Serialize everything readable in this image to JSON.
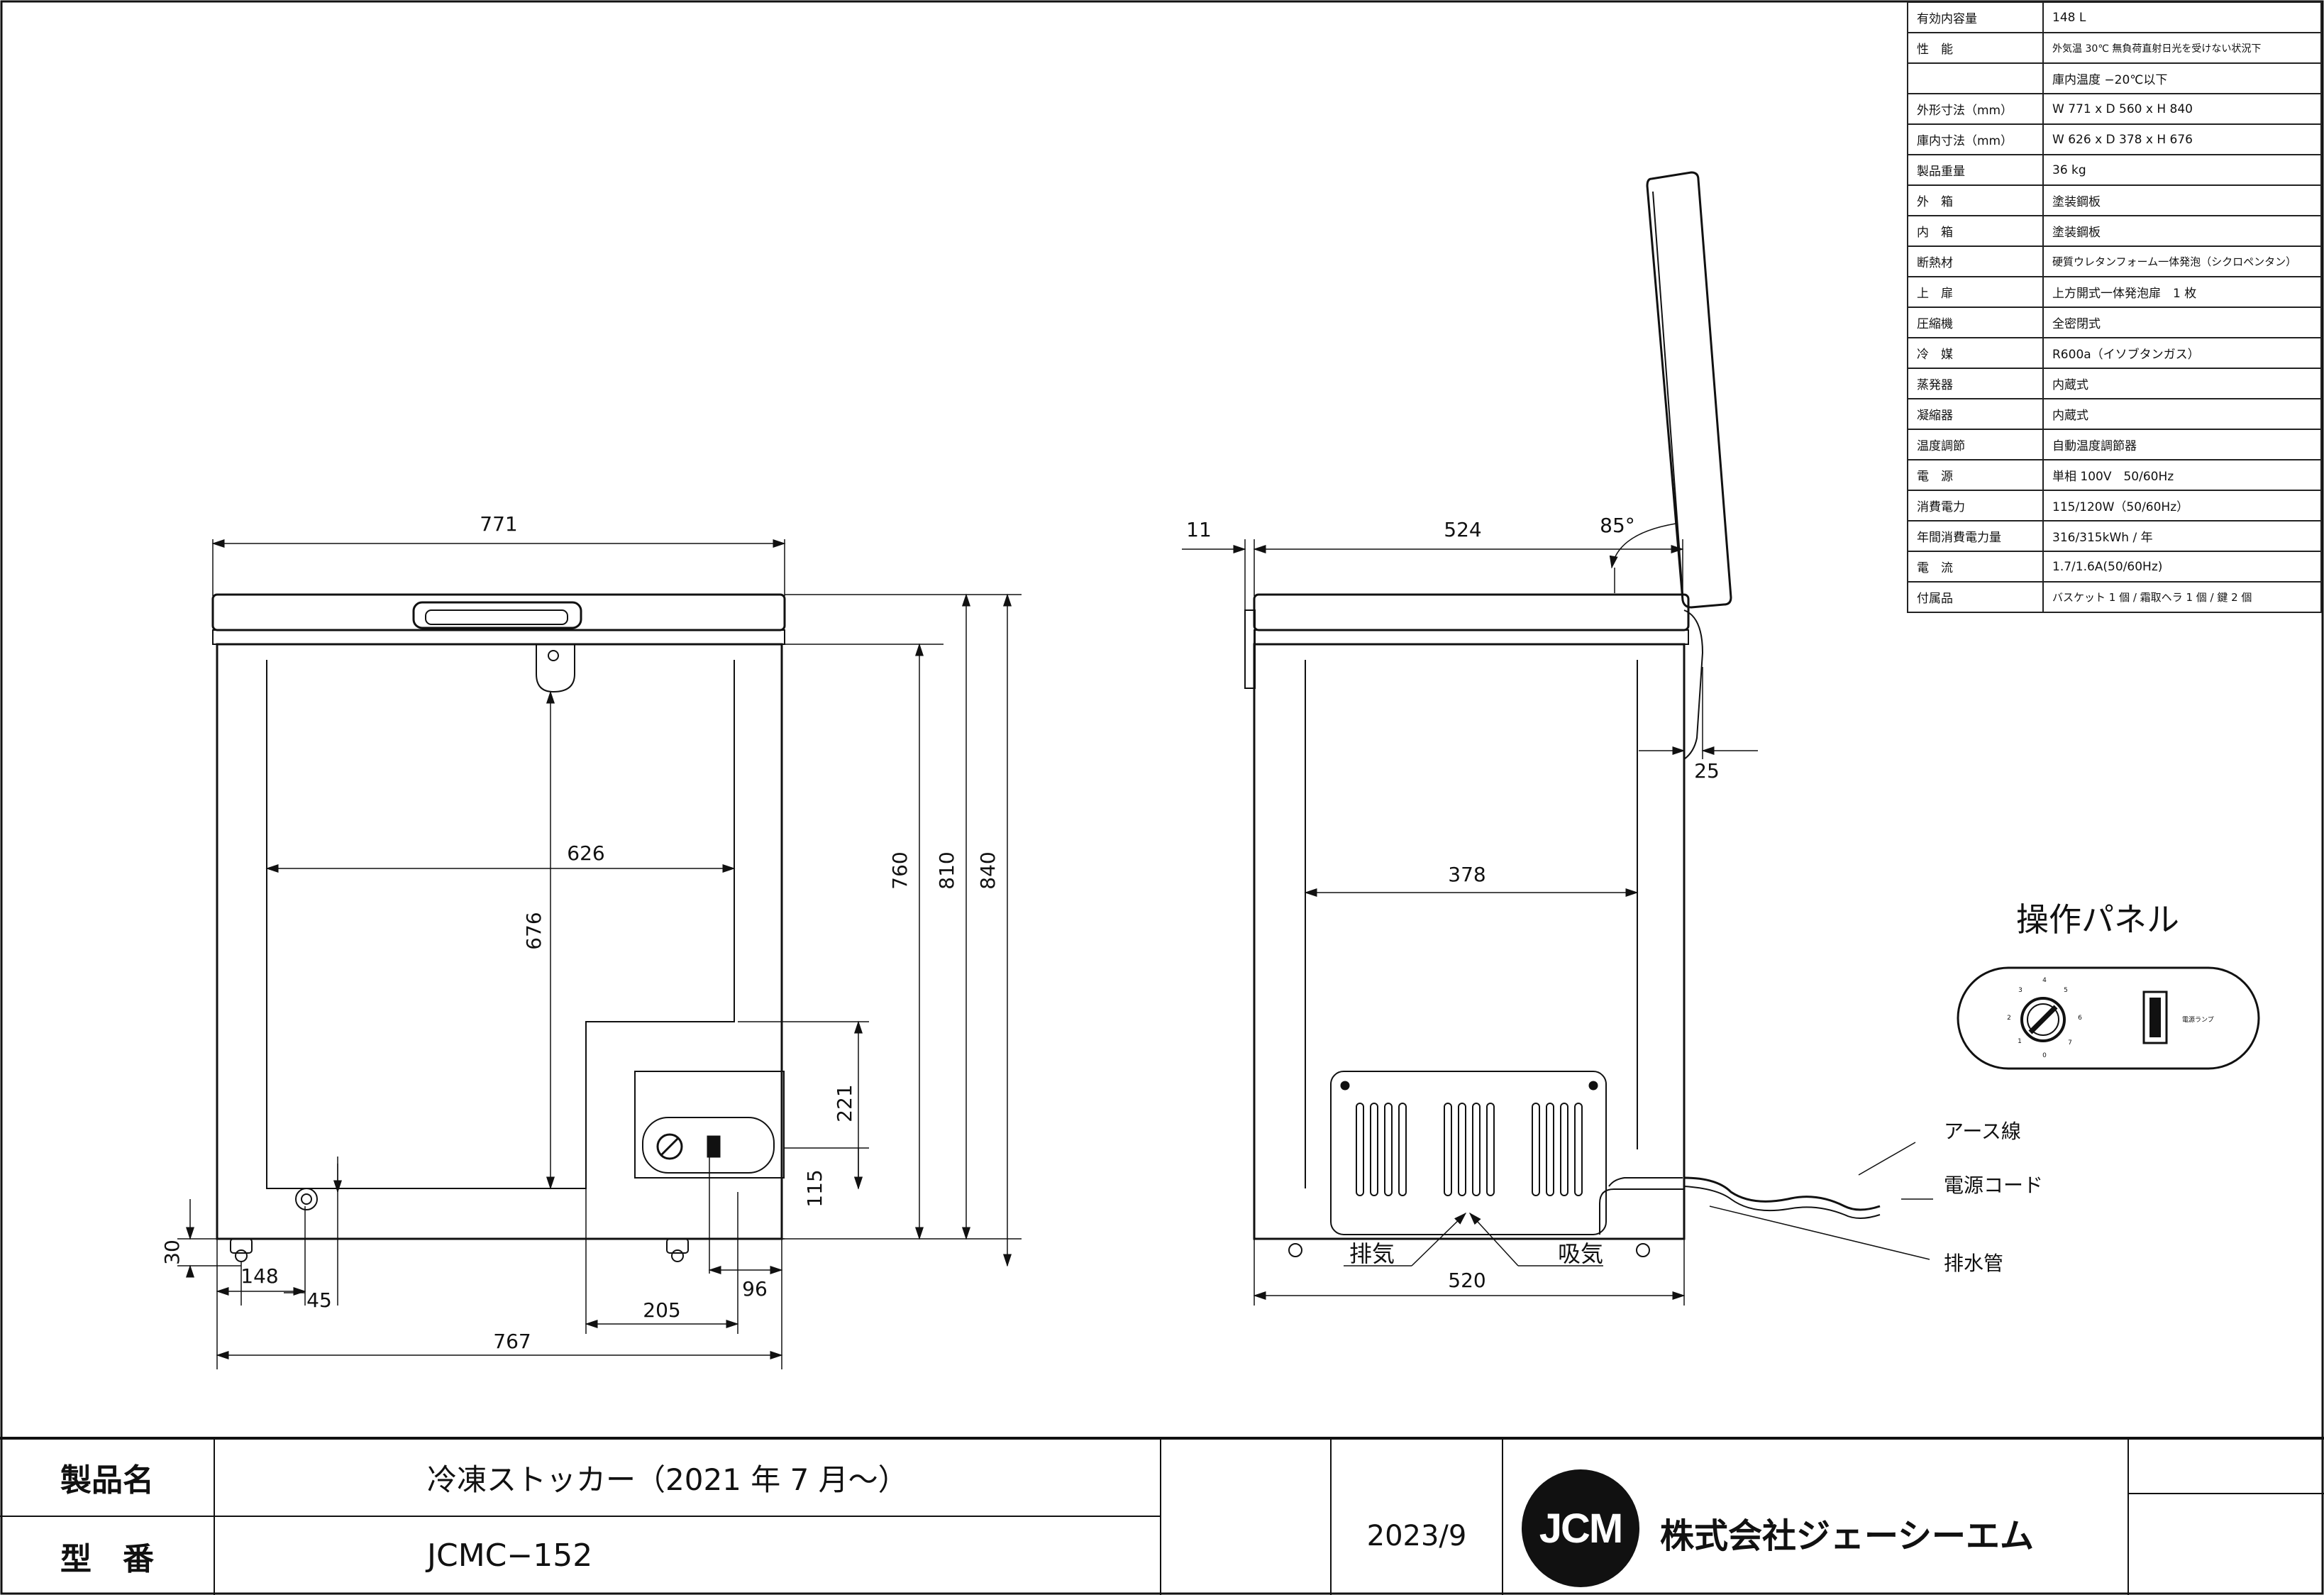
{
  "specs": [
    {
      "label": "有効内容量",
      "value": "148 L"
    },
    {
      "label": "性　能",
      "value": "外気温 30℃ 無負荷直射日光を受けない状況下"
    },
    {
      "label": "",
      "value": "庫内温度 −20℃以下"
    },
    {
      "label": "外形寸法（mm）",
      "value": "W 771 x D 560 x H 840"
    },
    {
      "label": "庫内寸法（mm）",
      "value": "W 626 x D 378 x H 676"
    },
    {
      "label": "製品重量",
      "value": "36 kg"
    },
    {
      "label": "外　箱",
      "value": "塗装鋼板"
    },
    {
      "label": "内　箱",
      "value": "塗装鋼板"
    },
    {
      "label": "断熱材",
      "value": "硬質ウレタンフォーム一体発泡（シクロペンタン）"
    },
    {
      "label": "上　扉",
      "value": "上方開式一体発泡扉　1 枚"
    },
    {
      "label": "圧縮機",
      "value": "全密閉式"
    },
    {
      "label": "冷　媒",
      "value": "R600a（イソブタンガス）"
    },
    {
      "label": "蒸発器",
      "value": "内蔵式"
    },
    {
      "label": "凝縮器",
      "value": "内蔵式"
    },
    {
      "label": "温度調節",
      "value": "自動温度調節器"
    },
    {
      "label": "電　源",
      "value": "単相 100V　50/60Hz"
    },
    {
      "label": "消費電力",
      "value": "115/120W（50/60Hz）"
    },
    {
      "label": "年間消費電力量",
      "value": "316/315kWh / 年"
    },
    {
      "label": "電　流",
      "value": "1.7/1.6A(50/60Hz)"
    },
    {
      "label": "付属品",
      "value": "バスケット 1 個 / 霜取ヘラ 1 個 / 鍵 2 個"
    }
  ],
  "front_view": {
    "dims": {
      "overall_width": "771",
      "inner_width": "626",
      "inner_height": "676",
      "h760": "760",
      "h810": "810",
      "h840": "840",
      "h221": "221",
      "h115": "115",
      "h30": "30",
      "w148": "148",
      "w45": "45",
      "w205": "205",
      "w96": "96",
      "base_width": "767"
    }
  },
  "side_view": {
    "dims": {
      "d11": "11",
      "d524": "524",
      "angle": "85°",
      "d25": "25",
      "d378": "378",
      "d520": "520"
    },
    "labels": {
      "exhaust": "排気",
      "intake": "吸気",
      "earth": "アース線",
      "cord": "電源コード",
      "drain": "排水管"
    }
  },
  "panel": {
    "title": "操作パネル",
    "lamp_label": "電源ランプ",
    "dial_numbers": [
      "1",
      "2",
      "3",
      "4",
      "5",
      "6",
      "7",
      "0"
    ]
  },
  "title_block": {
    "product_name_label": "製品名",
    "product_name": "冷凍ストッカー（2021 年 7 月〜）",
    "model_label": "型　番",
    "model": "JCMC−152",
    "date": "2023/9",
    "logo_text": "JCM",
    "company": "株式会社ジェーシーエム"
  }
}
